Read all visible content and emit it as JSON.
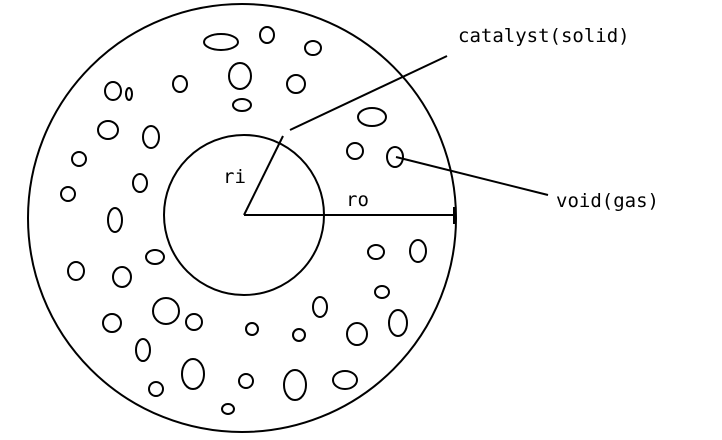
{
  "labels": {
    "catalyst": "catalyst(solid)",
    "void": "void(gas)",
    "ri": "ri",
    "ro": "ro"
  },
  "colors": {
    "stroke": "#000000",
    "background": "#ffffff"
  }
}
